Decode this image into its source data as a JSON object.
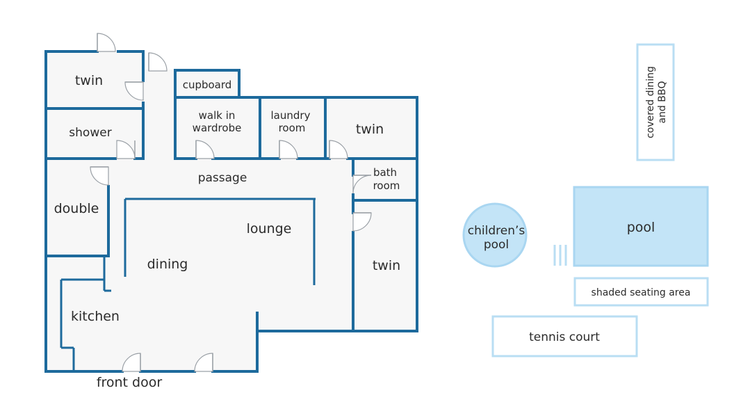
{
  "house": {
    "rooms": {
      "twin_top_left": "twin",
      "cupboard": "cupboard",
      "walk_in_line1": "walk in",
      "walk_in_line2": "wardrobe",
      "laundry_line1": "laundry",
      "laundry_line2": "room",
      "twin_top_right": "twin",
      "shower": "shower",
      "passage": "passage",
      "bath_line1": "bath",
      "bath_line2": "room",
      "double": "double",
      "lounge": "lounge",
      "dining": "dining",
      "twin_right": "twin",
      "kitchen": "kitchen",
      "front_door": "front door"
    }
  },
  "outdoor": {
    "covered_line1": "covered dining",
    "covered_line2": "and BBQ",
    "childrens_line1": "children’s",
    "childrens_line2": "pool",
    "pool": "pool",
    "shaded": "shaded seating area",
    "tennis": "tennis court"
  },
  "colors": {
    "wall": "#1d6a9c",
    "floor": "#f7f7f7",
    "outdoor_outline": "#b9def3",
    "pool_fill": "#c3e4f7"
  }
}
